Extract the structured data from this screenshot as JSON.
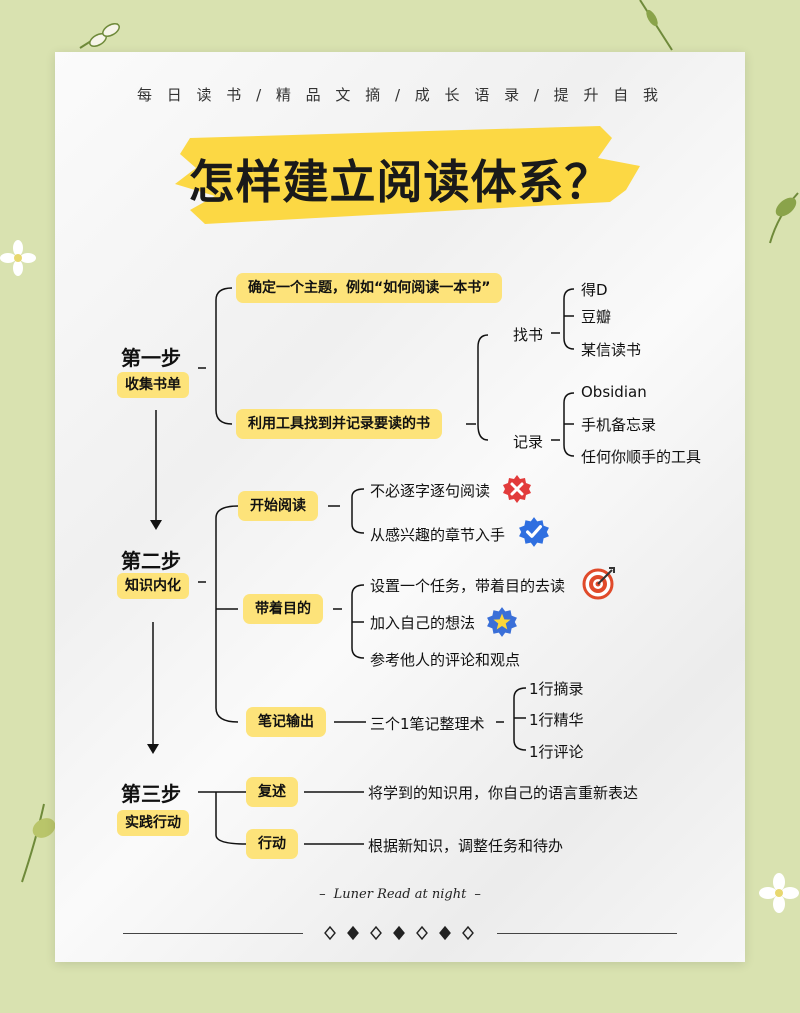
{
  "header": {
    "tagline": "每 日 读 书 / 精 品 文 摘 / 成 长 语 录 / 提 升 自 我",
    "title": "怎样建立阅读体系？"
  },
  "steps": [
    {
      "title": "第一步",
      "subtitle": "收集书单"
    },
    {
      "title": "第二步",
      "subtitle": "知识内化"
    },
    {
      "title": "第三步",
      "subtitle": "实践行动"
    }
  ],
  "step1": {
    "topic": "确定一个主题，例如“如何阅读一本书”",
    "tools": "利用工具找到并记录要读的书",
    "find": "找书",
    "find_items": [
      "得D",
      "豆瓣",
      "某信读书"
    ],
    "record": "记录",
    "record_items": [
      "Obsidian",
      "手机备忘录",
      "任何你顺手的工具"
    ]
  },
  "step2": {
    "start": "开始阅读",
    "start_items": [
      "不必逐字逐句阅读",
      "从感兴趣的章节入手"
    ],
    "purpose": "带着目的",
    "purpose_items": [
      "设置一个任务，带着目的去读",
      "加入自己的想法",
      "参考他人的评论和观点"
    ],
    "notes": "笔记输出",
    "notes_method": "三个1笔记整理术",
    "notes_items": [
      "1行摘录",
      "1行精华",
      "1行评论"
    ]
  },
  "step3": {
    "retell": "复述",
    "retell_desc": "将学到的知识用，你自己的语言重新表达",
    "act": "行动",
    "act_desc": "根据新知识，调整任务和待办"
  },
  "footer": {
    "dash_left": "–",
    "signature": "Luner Read at night",
    "dash_right": "–"
  },
  "colors": {
    "background": "#d9e2b0",
    "highlight": "#fde37a",
    "brush": "#fcd63a",
    "line": "#111111",
    "cross_badge": "#e23b3b",
    "check_badge": "#2f6fe0"
  }
}
